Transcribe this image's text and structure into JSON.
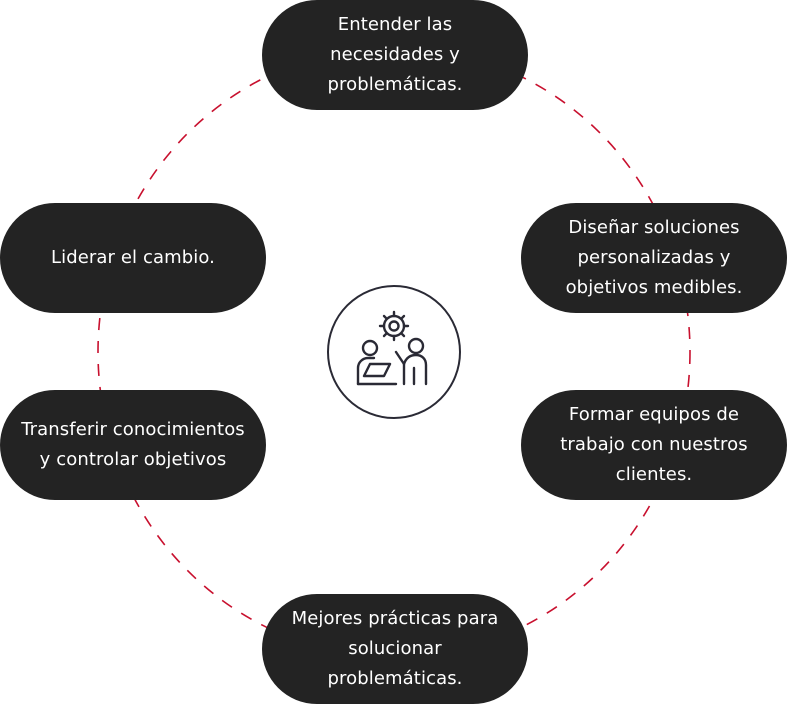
{
  "steps": [
    {
      "label": "Entender las necesidades y problemáticas."
    },
    {
      "label": "Diseñar soluciones personalizadas y objetivos medibles."
    },
    {
      "label": "Formar equipos de trabajo con nuestros clientes."
    },
    {
      "label": "Mejores prácticas para solucionar problemáticas."
    },
    {
      "label": "Transferir conocimientos y controlar objetivos"
    },
    {
      "label": "Liderar el cambio."
    }
  ],
  "center": {
    "icon": "team-collaboration-gear-icon"
  },
  "colors": {
    "pill_background": "#232323",
    "pill_text": "#ffffff",
    "connector": "#c8102e",
    "icon_stroke": "#2a2a35"
  }
}
